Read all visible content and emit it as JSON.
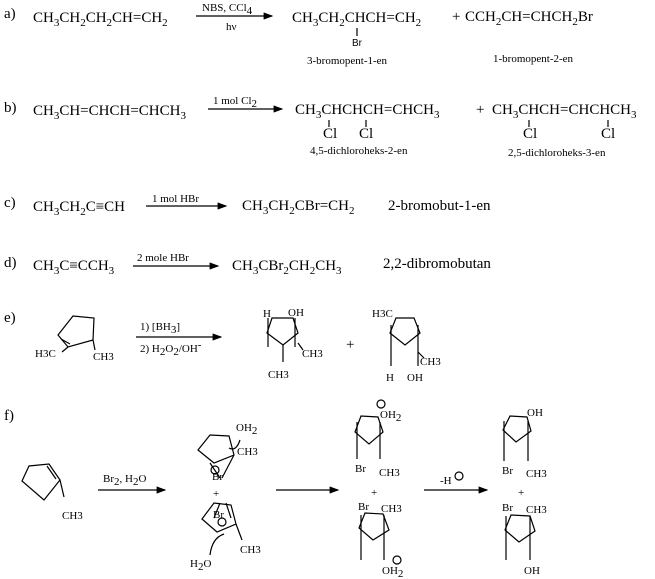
{
  "a": {
    "label": "a)",
    "reactant": "CH3CH2CH2CH=CH2",
    "cond_top": "NBS, CCl4",
    "cond_bottom": "hν",
    "product1": "CH3CH2CHCH=CH2",
    "product1_sub": "Br",
    "product1_name": "3-bromopent-1-en",
    "plus": "+",
    "product2": "CCH2CH=CHCH2Br",
    "product2_name": "1-bromopent-2-en"
  },
  "b": {
    "label": "b)",
    "reactant": "CH3CH=CHCH=CHCH3",
    "cond_top": "1 mol Cl2",
    "product1": "CH3CHCHCH=CHCH3",
    "product1_sub1": "Cl",
    "product1_sub2": "Cl",
    "product1_name": "4,5-dichloroheks-2-en",
    "plus": "+",
    "product2": "CH3CHCH=CHCHCH3",
    "product2_sub1": "Cl",
    "product2_sub2": "Cl",
    "product2_name": "2,5-dichloroheks-3-en"
  },
  "c": {
    "label": "c)",
    "reactant": "CH3CH2C≡CH",
    "cond_top": "1 mol HBr",
    "product": "CH3CH2CBr=CH2",
    "product_name": "2-bromobut-1-en"
  },
  "d": {
    "label": "d)",
    "reactant": "CH3C≡CCH3",
    "cond_top": "2 mole HBr",
    "product": "CH3CBr2CH2CH3",
    "product_name": "2,2-dibromobutan"
  },
  "e": {
    "label": "e)",
    "reactant_sub1": "H3C",
    "reactant_sub2": "CH3",
    "cond_top": "1) [BH3]",
    "cond_bottom": "2) H2O2/OH-",
    "product1_h": "H",
    "product1_oh": "OH",
    "product1_ch3a": "CH3",
    "product1_ch3b": "CH3",
    "plus": "+",
    "product2_h3c": "H3C",
    "product2_ch3": "CH3",
    "product2_h": "H",
    "product2_oh": "OH"
  },
  "f": {
    "label": "f)",
    "reactant_ch3": "CH3",
    "cond_top": "Br2, H2O",
    "int1_oh2": "OH2",
    "int1_ch3": "CH3",
    "int1_br": "Br",
    "int2_br": "Br",
    "int2_ch3": "CH3",
    "int2_h2o": "H2O",
    "plus": "+",
    "int3_oh2": "OH2",
    "int3_br": "Br",
    "int3_ch3": "CH3",
    "int4_br": "Br",
    "int4_ch3": "CH3",
    "int4_oh2": "OH2",
    "cond_final": "-H",
    "prod1_oh": "OH",
    "prod1_br": "Br",
    "prod1_ch3": "CH3",
    "prod2_br": "Br",
    "prod2_ch3": "CH3",
    "prod2_oh": "OH"
  }
}
